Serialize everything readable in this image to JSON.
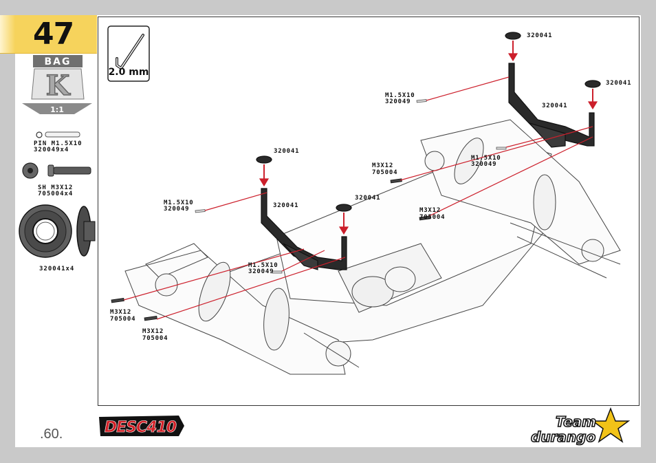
{
  "step": {
    "number": "47"
  },
  "bag": {
    "label": "BAG",
    "letter": "K",
    "scale": "1:1"
  },
  "tool": {
    "size": "2.0 mm"
  },
  "parts": [
    {
      "name": "PIN M1.5X10",
      "code": "320049x4"
    },
    {
      "name": "SH M3X12",
      "code": "705004x4"
    },
    {
      "name": "",
      "code": "320041x4"
    }
  ],
  "callouts": {
    "top_cap_label": "320041",
    "right_cap_label": "320041",
    "rear_mount_label": "320041",
    "rear_pin_name": "M1.5X10",
    "rear_pin_code": "320049",
    "rear_screw_left_name": "M3X12",
    "rear_screw_left_code": "705004",
    "rear_pin2_name": "M1.5X10",
    "rear_pin2_code": "320049",
    "rear_screw_right_name": "M3X12",
    "rear_screw_right_code": "705004",
    "front_cap_left_label": "320041",
    "front_cap_right_label": "320041",
    "front_mount_label": "320041",
    "front_pin_name": "M1.5X10",
    "front_pin_code": "320049",
    "front_pin2_name": "M1.5X10",
    "front_pin2_code": "320049",
    "front_screw_left_name": "M3X12",
    "front_screw_left_code": "705004",
    "front_screw_right_name": "M3X12",
    "front_screw_right_code": "705004"
  },
  "footer": {
    "page": ".60.",
    "product_logo": "DESC410",
    "brand_logo_line1": "Team",
    "brand_logo_line2": "durango"
  },
  "colors": {
    "accent_yellow": "#f6d35c",
    "arrow_red": "#cc1f2b",
    "bag_gray": "#777777"
  }
}
